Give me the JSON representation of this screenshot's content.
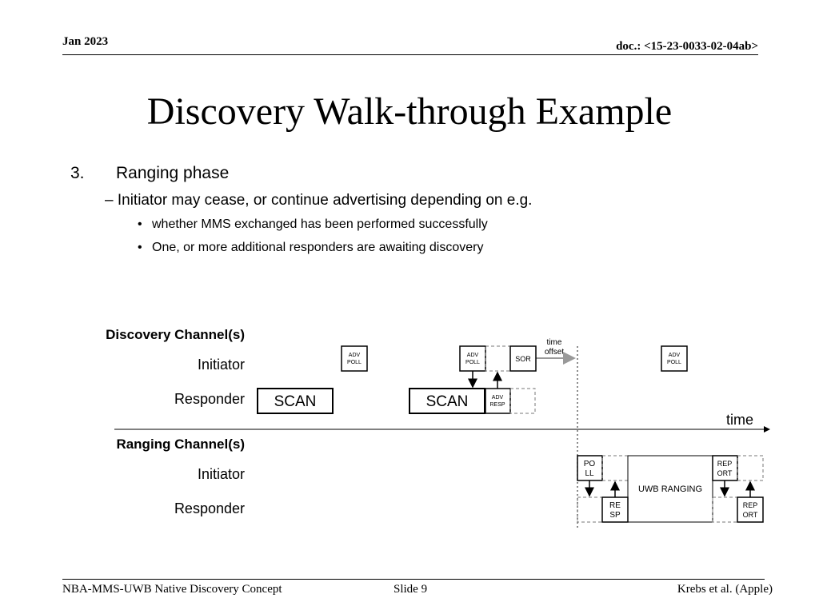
{
  "header": {
    "date": "Jan 2023",
    "doc_prefix": "doc.: ",
    "doc_id": "<15-23-0033-02-04ab>"
  },
  "title": "Discovery Walk-through Example",
  "content": {
    "item_number": "3.",
    "item_text": "Ranging phase",
    "sub": "– Initiator may cease, or continue advertising depending on e.g.",
    "bullets": [
      "whether MMS exchanged has been performed successfully",
      "One, or more additional responders are awaiting discovery"
    ]
  },
  "diagram": {
    "discovery_label": "Discovery Channel(s)",
    "ranging_label": "Ranging Channel(s)",
    "initiator": "Initiator",
    "responder": "Responder",
    "time": "time",
    "time_offset": [
      "time",
      "offset"
    ],
    "scan": "SCAN",
    "adv_poll": [
      "ADV",
      "POLL"
    ],
    "adv_resp": [
      "ADV",
      "RESP"
    ],
    "sor": "SOR",
    "poll": [
      "PO",
      "LL"
    ],
    "resp": [
      "RE",
      "SP"
    ],
    "report": [
      "REP",
      "ORT"
    ],
    "uwb_ranging": "UWB RANGING"
  },
  "footer": {
    "left": "NBA-MMS-UWB Native Discovery Concept",
    "center": "Slide 9",
    "right": "Krebs et al. (Apple)"
  }
}
